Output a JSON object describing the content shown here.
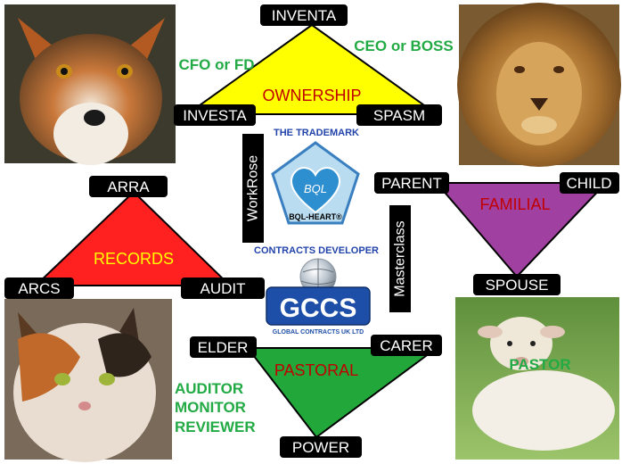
{
  "triangles": {
    "ownership": {
      "title": "OWNERSHIP",
      "top": "INVENTA",
      "left": "INVESTA",
      "right": "SPASM",
      "color": "#ffff00",
      "title_color": "#c00000"
    },
    "records": {
      "title": "RECORDS",
      "top": "ARRA",
      "left": "ARCS",
      "right": "AUDIT",
      "color": "#ff2020",
      "title_color": "#ffff00"
    },
    "familial": {
      "title": "FAMILIAL",
      "left": "PARENT",
      "right": "CHILD",
      "bottom": "SPOUSE",
      "color": "#a040a0",
      "title_color": "#c00000"
    },
    "pastoral": {
      "title": "PASTORAL",
      "left": "ELDER",
      "right": "CARER",
      "bottom": "POWER",
      "color": "#22a83a",
      "title_color": "#c00000"
    }
  },
  "roles": {
    "cfo": "CFO or FD",
    "ceo": "CEO or BOSS",
    "auditor": "AUDITOR",
    "monitor": "MONITOR",
    "reviewer": "REVIEWER",
    "pastor": "PASTOR",
    "color": "#22aa44"
  },
  "center": {
    "trademark": "THE TRADEMARK",
    "bql": "BQL",
    "bql_heart": "BQL-HEART®",
    "contracts_developer": "CONTRACTS DEVELOPER",
    "gccs": "GCCS",
    "gccs_sub": "GLOBAL CONTRACTS UK LTD",
    "workrose": "WorkRose",
    "masterclass": "Masterclass",
    "text_color": "#2244aa"
  },
  "icons": {
    "fox": "fox-photo",
    "lion": "lion-photo",
    "cat": "cat-photo",
    "lamb": "lamb-photo"
  }
}
